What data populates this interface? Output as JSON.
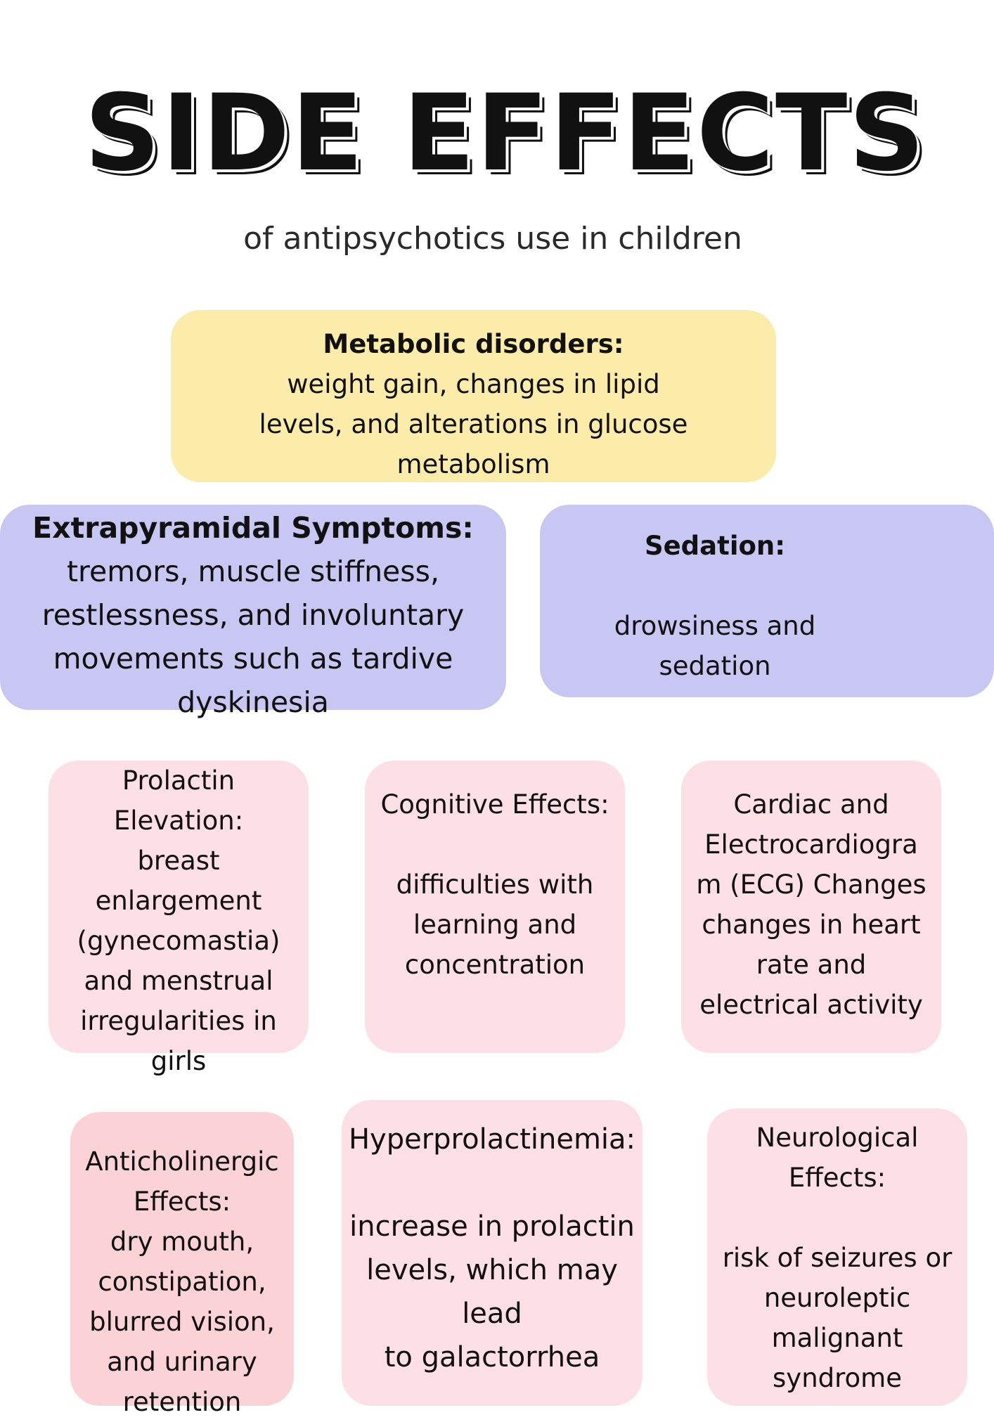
{
  "title": "SIDE EFFECTS",
  "subtitle": "of antipsychotics use in children",
  "cards": {
    "metabolic": {
      "heading": "Metabolic disorders:",
      "body": "weight gain, changes in lipid\nlevels, and alterations in glucose\nmetabolism",
      "color": "#fcecaa"
    },
    "eps": {
      "heading": "Extrapyramidal Symptoms:",
      "body": "tremors, muscle stiffness,\nrestlessness, and involuntary\nmovements such as tardive\ndyskinesia",
      "color": "#c8c6f3"
    },
    "sedation": {
      "heading": "Sedation:",
      "body": "\ndrowsiness and\nsedation",
      "color": "#c8c6f3"
    },
    "prolactin": {
      "heading": "Prolactin\nElevation:",
      "body": "breast\nenlargement\n(gynecomastia)\nand menstrual\nirregularities in\ngirls",
      "color": "#fde0e6"
    },
    "cognitive": {
      "heading": "Cognitive Effects:",
      "body": "\ndifficulties with\nlearning and\nconcentration",
      "color": "#fde0e6"
    },
    "cardiac": {
      "heading": "Cardiac and\nElectrocardiogra\nm (ECG) Changes",
      "body": "changes in heart\nrate and\nelectrical activity",
      "color": "#fde0e6"
    },
    "anticholinergic": {
      "heading": "Anticholinergic\nEffects:",
      "body": "dry mouth,\nconstipation,\nblurred vision,\nand urinary\nretention",
      "color": "#fbd2d5"
    },
    "hyperprolactinemia": {
      "heading": "Hyperprolactinemia:",
      "body": "\nincrease in prolactin\nlevels, which may lead\nto galactorrhea",
      "color": "#fde0e6"
    },
    "neurological": {
      "heading": "Neurological\nEffects:",
      "body": "\nrisk of seizures or\nneuroleptic\nmalignant\nsyndrome",
      "color": "#fde0e6"
    }
  }
}
